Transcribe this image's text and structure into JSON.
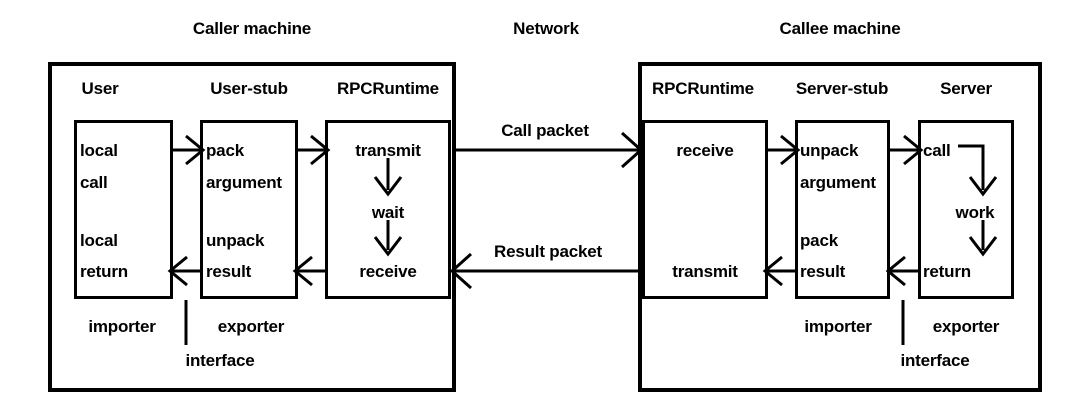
{
  "diagram": {
    "titles": {
      "caller": "Caller machine",
      "network": "Network",
      "callee": "Callee machine"
    },
    "columns": [
      {
        "key": "user",
        "header": "User"
      },
      {
        "key": "user-stub",
        "header": "User-stub"
      },
      {
        "key": "rpc-caller",
        "header": "RPCRuntime"
      },
      {
        "key": "rpc-callee",
        "header": "RPCRuntime"
      },
      {
        "key": "server-stub",
        "header": "Server-stub"
      },
      {
        "key": "server",
        "header": "Server"
      }
    ],
    "steps": {
      "user_top_1": "local",
      "user_top_2": "call",
      "user_bot_1": "local",
      "user_bot_2": "return",
      "userstub_top_1": "pack",
      "userstub_top_2": "argument",
      "userstub_bot_1": "unpack",
      "userstub_bot_2": "result",
      "rpc_caller_1": "transmit",
      "rpc_caller_2": "wait",
      "rpc_caller_3": "receive",
      "rpc_callee_1": "receive",
      "rpc_callee_2": "transmit",
      "serverstub_top_1": "unpack",
      "serverstub_top_2": "argument",
      "serverstub_bot_1": "pack",
      "serverstub_bot_2": "result",
      "server_1": "call",
      "server_2": "work",
      "server_3": "return"
    },
    "packets": {
      "call": "Call packet",
      "result": "Result packet"
    },
    "roles": {
      "caller_importer": "importer",
      "caller_exporter": "exporter",
      "caller_interface": "interface",
      "callee_importer": "importer",
      "callee_exporter": "exporter",
      "callee_interface": "interface"
    },
    "colors": {
      "ink": "#000000",
      "paper": "#ffffff"
    }
  }
}
